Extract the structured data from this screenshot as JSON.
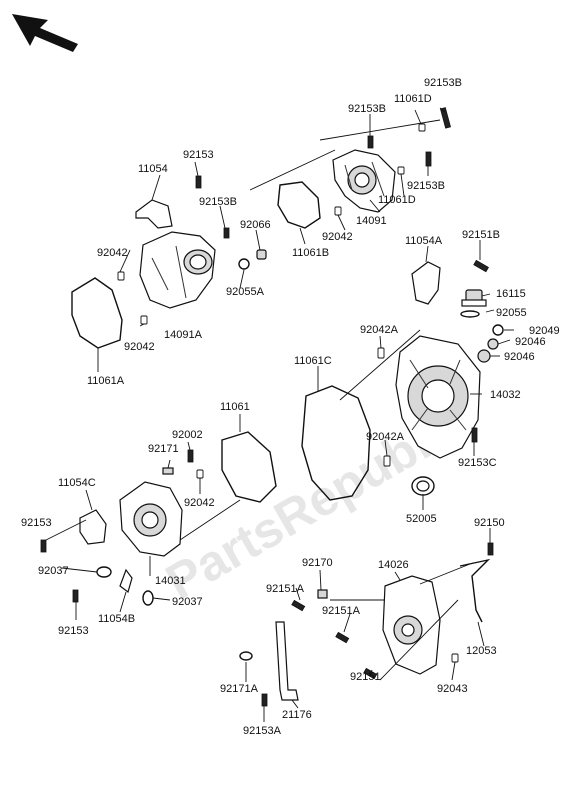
{
  "watermark": "PartsRepublik",
  "labels": {
    "l92153b_top": "92153B",
    "l11061d_top": "11061D",
    "l92153b_2": "92153B",
    "l92153_top": "92153",
    "l11054": "11054",
    "l92153b_3": "92153B",
    "l92066": "92066",
    "l92042_a": "92042",
    "l92055a": "92055A",
    "l92042_b": "92042",
    "l92042_c": "92042",
    "l14091a": "14091A",
    "l11061a": "11061A",
    "l11061b": "11061B",
    "l14091": "14091",
    "l11061d_2": "11061D",
    "l92153b_4": "92153B",
    "l11054a": "11054A",
    "l92151b": "92151B",
    "l16115": "16115",
    "l92055": "92055",
    "l92049": "92049",
    "l92046_a": "92046",
    "l92046_b": "92046",
    "l92042a_a": "92042A",
    "l11061c": "11061C",
    "l14032": "14032",
    "l92042a_b": "92042A",
    "l92153c": "92153C",
    "l52005": "52005",
    "l11061": "11061",
    "l92002": "92002",
    "l92171": "92171",
    "l92042_d": "92042",
    "l11054c": "11054C",
    "l92153_a": "92153",
    "l92037_a": "92037",
    "l14031": "14031",
    "l92037_b": "92037",
    "l11054b": "11054B",
    "l92153_b": "92153",
    "l92150": "92150",
    "l92170": "92170",
    "l14026": "14026",
    "l92151a_a": "92151A",
    "l92151a_b": "92151A",
    "l12053": "12053",
    "l92151": "92151",
    "l92043": "92043",
    "l92171a": "92171A",
    "l21176": "21176",
    "l92153a": "92153A"
  }
}
